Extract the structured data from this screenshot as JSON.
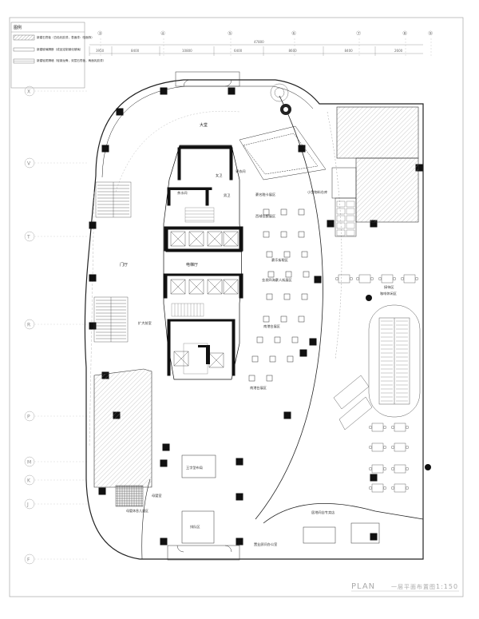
{
  "legend": {
    "title": "图例",
    "items": [
      "新建石膏板（白色乳胶漆，表面漆：哑面饰）",
      "新建玻璃隔断（成品定制钢化玻璃）",
      "新建轻质隔墙（轻钢龙骨，双层石膏板，两面乳胶漆）"
    ]
  },
  "axes": {
    "top": [
      "③",
      "④",
      "⑤",
      "⑥",
      "⑦",
      "⑧",
      "⑨"
    ],
    "left": [
      "X",
      "V",
      "T",
      "R",
      "P",
      "M",
      "K",
      "J",
      "F"
    ]
  },
  "dimensions": {
    "total": "47800",
    "segments": [
      "3950",
      "8400",
      "10800",
      "6400",
      "8600",
      "8400",
      "2600"
    ]
  },
  "rooms": {
    "lobby": "大堂",
    "changing": "更衣间",
    "male_wc": "男卫",
    "female_wc": "女卫",
    "tea_room": "茶水间",
    "foyer": "门厅",
    "elevator_hall": "电梯厅",
    "small_storage": "小型物料仓库",
    "vip_card": "豪名融卡展区",
    "xi_zone": "西域佳酿展区",
    "hui_zone": "豪乐街眼区",
    "jinsha_zone": "金发四海豪人街展区",
    "nanhai_zone": "南港台展区",
    "nan_zone": "南港台展区",
    "front_desk": "扩大前室",
    "reception": "接待区",
    "cafe": "咖啡休闲区",
    "display": "王字型布局",
    "mother": "母婴室",
    "mother_child": "母婴休息儿童区",
    "waiting": "排队区",
    "shop": "居地间自专卖店",
    "office": "置业顾问办公室"
  },
  "title": {
    "en": "PLAN",
    "cn": "一层平面布置图",
    "scale": "1:150"
  }
}
